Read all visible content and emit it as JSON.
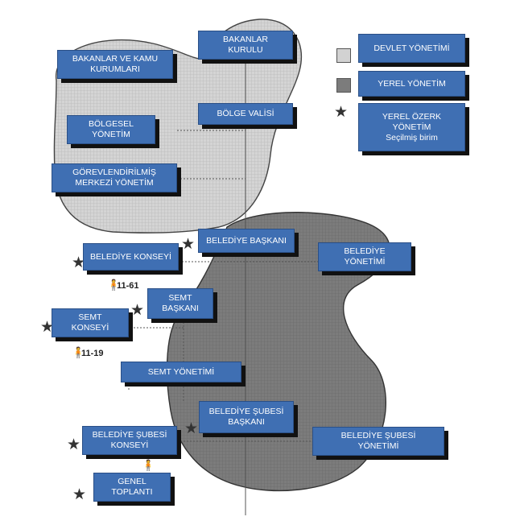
{
  "legend": {
    "state": "DEVLET YÖNETİMİ",
    "local": "YEREL YÖNETİM",
    "autonomous": [
      "YEREL ÖZERK",
      "YÖNETİM",
      "Seçilmiş birim"
    ]
  },
  "boxes": {
    "council_of_ministers": [
      "BAKANLAR",
      "KURULU"
    ],
    "ministries": [
      "BAKANLAR VE KAMU",
      "KURUMLARI"
    ],
    "regional_governor": [
      "BÖLGE VALİSİ"
    ],
    "regional_admin": [
      "BÖLGESEL",
      "YÖNETİM"
    ],
    "deconcentrated": [
      "GÖREVLENDİRİLMİŞ",
      "MERKEZİ YÖNETİM"
    ],
    "mayor": [
      "BELEDİYE BAŞKANI"
    ],
    "municipal_council": [
      "BELEDİYE KONSEYİ"
    ],
    "municipal_admin": [
      "BELEDİYE",
      "YÖNETİMİ"
    ],
    "district_mayor": [
      "SEMT",
      "BAŞKANI"
    ],
    "district_council": [
      "SEMT",
      "KONSEYİ"
    ],
    "district_admin": [
      "SEMT  YÖNETİMİ"
    ],
    "branch_mayor": [
      "BELEDİYE ŞUBESİ",
      "BAŞKANI"
    ],
    "branch_council": [
      "BELEDİYE ŞUBESİ",
      "KONSEYİ"
    ],
    "branch_admin": [
      "BELEDİYE  ŞUBESİ",
      "YÖNETİMİ"
    ],
    "general_meeting": [
      "GENEL",
      "TOPLANTI"
    ]
  },
  "counts": {
    "municipal_council": "11-61",
    "district_council": "11-19"
  },
  "colors": {
    "box_fill": "#3f6fb3",
    "state_area": "#d2d2d2",
    "local_area": "#7c7c7c"
  }
}
